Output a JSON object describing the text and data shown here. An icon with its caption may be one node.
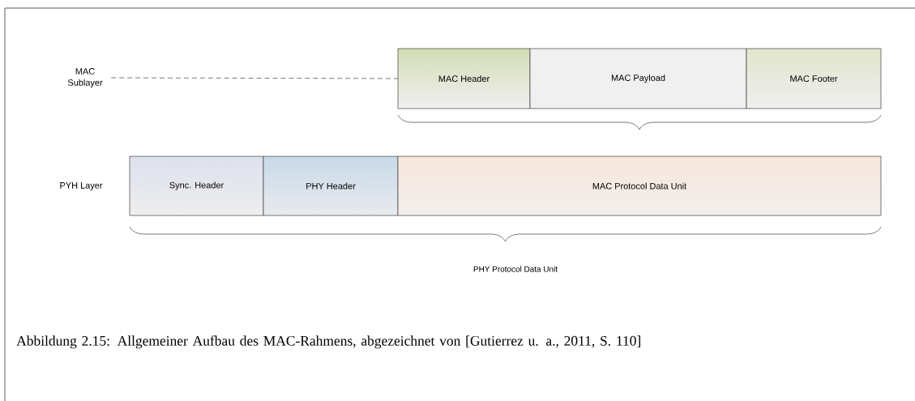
{
  "diagram": {
    "caption": "Abbildung 2.15: Allgemeiner Aufbau des MAC-Rahmens, abgezeichnet von [Gutierrez u. a., 2011, S. 110]",
    "nodes": [
      {
        "text": [
          "MAC Sublayer"
        ]
      },
      {
        "text": [
          "MAC Header"
        ]
      },
      {
        "text": [
          "MAC Payload"
        ]
      },
      {
        "text": [
          "MAC Footer"
        ]
      },
      {
        "text": [
          "Sync. Header"
        ]
      },
      {
        "text": [
          "PHY Header"
        ]
      },
      {
        "text": [
          "MAC Protocol Data Unit"
        ]
      }
    ],
    "edges": [
      {
        "from": 0,
        "to": 1,
        "arrow": "none",
        "style": "dashed"
      }
    ],
    "labels": [
      "PYH Layer",
      "PHY Protocol Data Unit"
    ]
  }
}
